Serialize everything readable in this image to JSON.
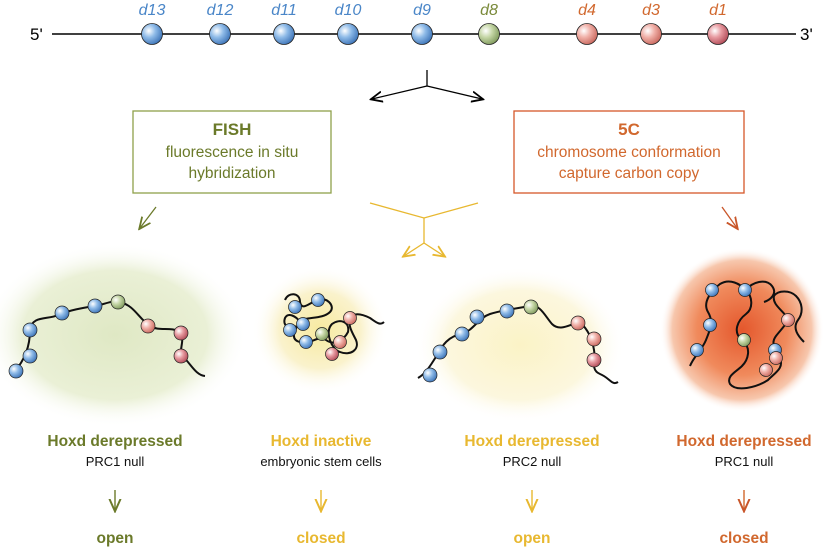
{
  "colors": {
    "blue": "#4a86c8",
    "green": "#7a8a3a",
    "orange": "#d1682e",
    "yellow": "#e8b830",
    "bead_blue": "#6fa3dc",
    "bead_green": "#a9c08a",
    "bead_red": "#e08a8a",
    "bead_darkred": "#cc6a72"
  },
  "locus": {
    "five_prime": "5'",
    "three_prime": "3'",
    "genes": [
      {
        "label": "d13",
        "color": "blue"
      },
      {
        "label": "d12",
        "color": "blue"
      },
      {
        "label": "d11",
        "color": "blue"
      },
      {
        "label": "d10",
        "color": "blue"
      },
      {
        "label": "d9",
        "color": "blue"
      },
      {
        "label": "d8",
        "color": "green"
      },
      {
        "label": "d4",
        "color": "orange"
      },
      {
        "label": "d3",
        "color": "orange"
      },
      {
        "label": "d1",
        "color": "orange"
      }
    ]
  },
  "methods": {
    "fish": {
      "title": "FISH",
      "line1": "fluorescence in situ",
      "line2": "hybridization"
    },
    "fivec": {
      "title": "5C",
      "line1": "chromosome conformation",
      "line2": "capture carbon copy"
    }
  },
  "panels": [
    {
      "title": "Hoxd derepressed",
      "subtitle": "PRC1 null",
      "state": "open",
      "color": "green"
    },
    {
      "title": "Hoxd inactive",
      "subtitle": "embryonic stem cells",
      "state": "closed",
      "color": "yellow"
    },
    {
      "title": "Hoxd derepressed",
      "subtitle": "PRC2 null",
      "state": "open",
      "color": "yellow"
    },
    {
      "title": "Hoxd derepressed",
      "subtitle": "PRC1 null",
      "state": "closed",
      "color": "orange"
    }
  ]
}
